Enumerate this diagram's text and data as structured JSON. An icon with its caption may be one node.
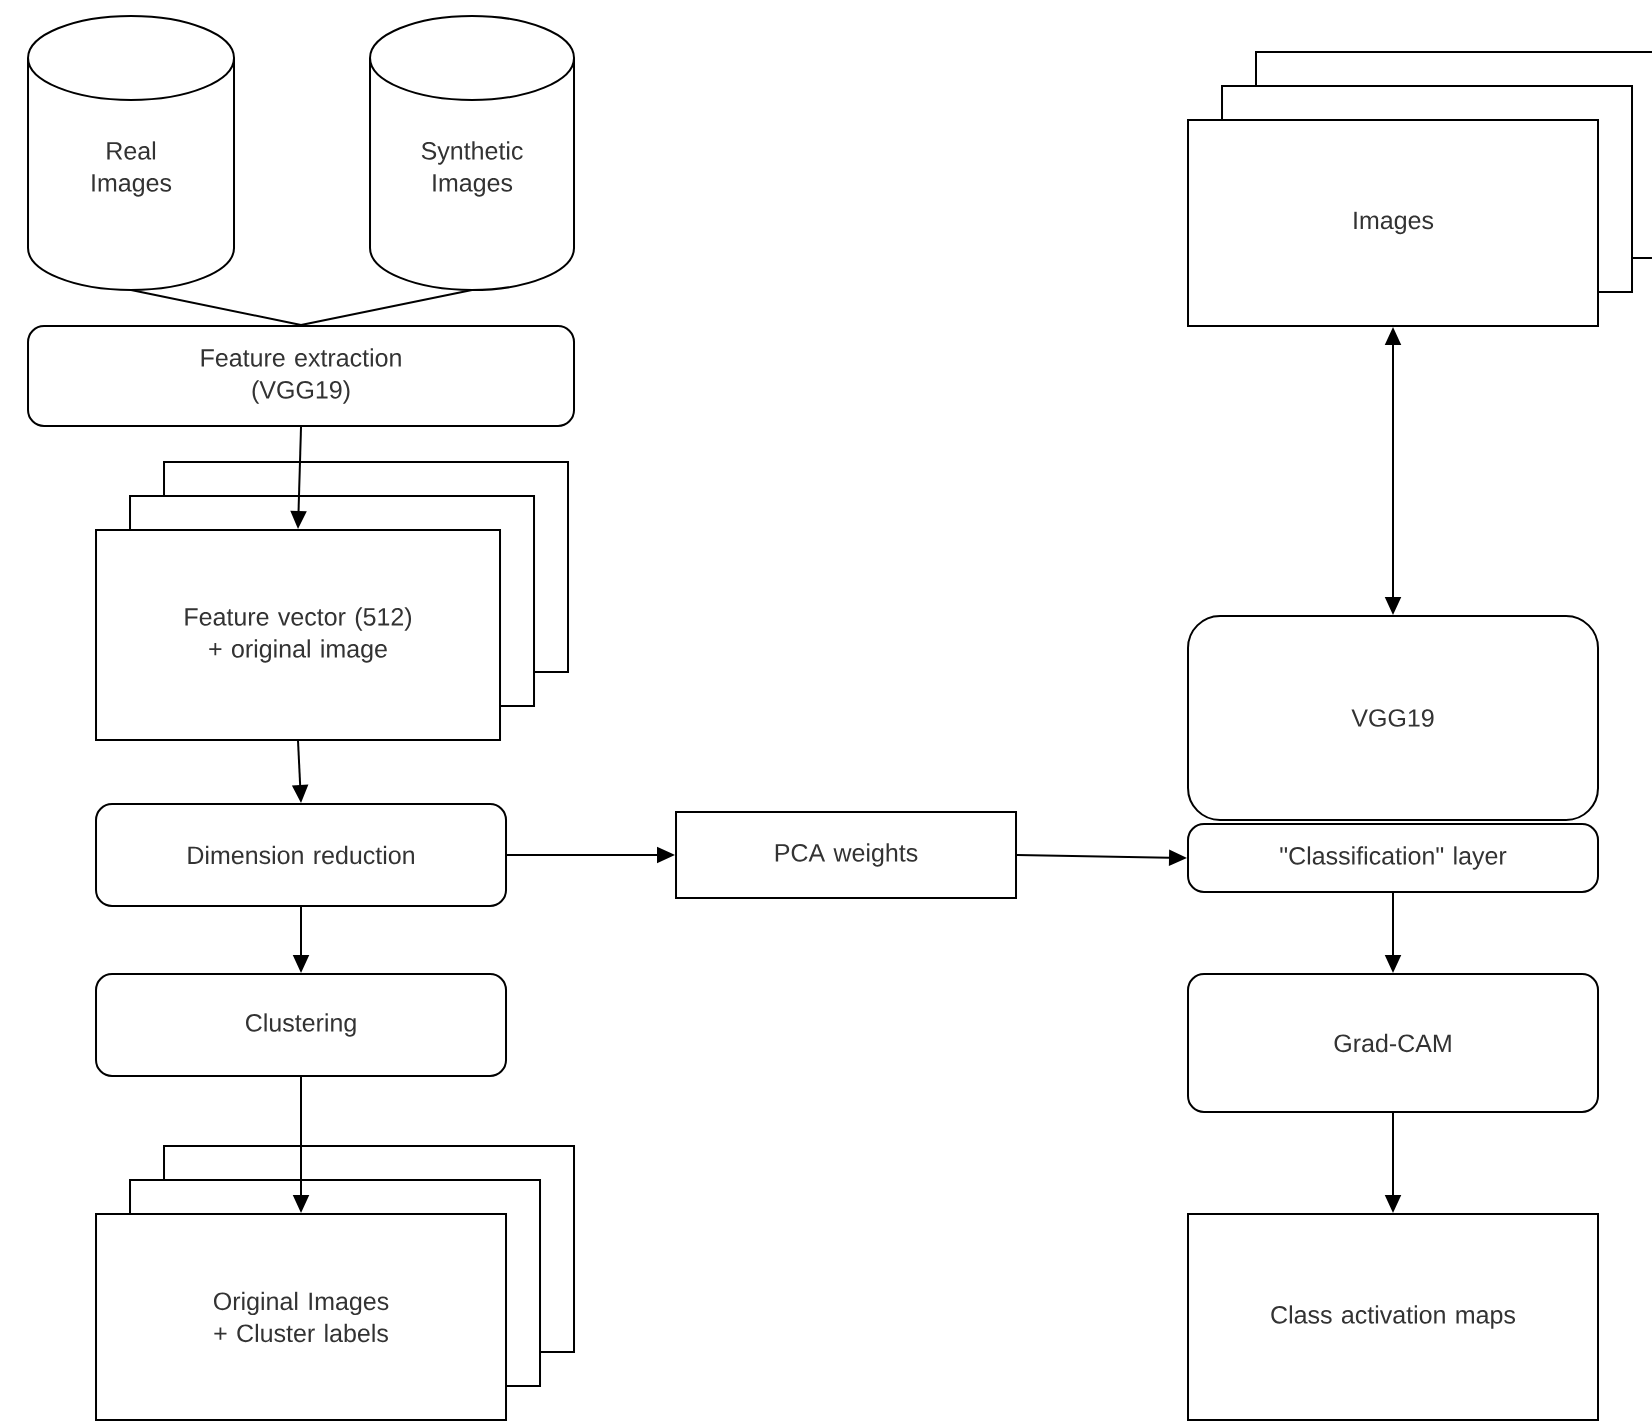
{
  "diagram": {
    "nodes": [
      {
        "text": [
          "Real Images"
        ]
      },
      {
        "text": [
          "Synthetic Images"
        ]
      },
      {
        "text": [
          "Feature extraction (VGG19)"
        ]
      },
      {
        "text": [
          "Feature vector (512) + original image"
        ]
      },
      {
        "text": [
          "Dimension reduction"
        ]
      },
      {
        "text": [
          "PCA weights"
        ]
      },
      {
        "text": [
          "Clustering"
        ]
      },
      {
        "text": [
          "Original Images + Cluster labels"
        ]
      },
      {
        "text": [
          "Images"
        ]
      },
      {
        "text": [
          "VGG19"
        ]
      },
      {
        "text": [
          "\"Classification\" layer"
        ]
      },
      {
        "text": [
          "Grad-CAM"
        ]
      },
      {
        "text": [
          "Class activation maps"
        ]
      }
    ],
    "edges": [
      {
        "from": 0,
        "to": 2,
        "arrow": "none"
      },
      {
        "from": 1,
        "to": 2,
        "arrow": "none"
      },
      {
        "from": 2,
        "to": 3,
        "arrow": "to"
      },
      {
        "from": 3,
        "to": 4,
        "arrow": "to"
      },
      {
        "from": 4,
        "to": 6,
        "arrow": "to"
      },
      {
        "from": 6,
        "to": 7,
        "arrow": "to"
      },
      {
        "from": 4,
        "to": 5,
        "arrow": "to"
      },
      {
        "from": 5,
        "to": 10,
        "arrow": "to"
      },
      {
        "from": 8,
        "to": 9,
        "arrow": "both"
      },
      {
        "from": 10,
        "to": 11,
        "arrow": "to"
      },
      {
        "from": 11,
        "to": 12,
        "arrow": "to"
      }
    ]
  }
}
